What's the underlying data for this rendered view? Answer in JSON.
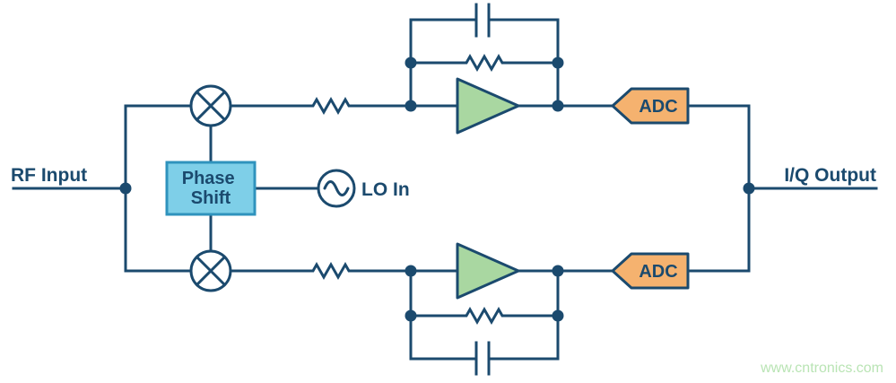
{
  "diagram": {
    "labels": {
      "rf_input": "RF Input",
      "iq_output": "I/Q Output",
      "phase_shift": [
        "Phase",
        "Shift"
      ],
      "lo_in": "LO In",
      "adc_top": "ADC",
      "adc_bottom": "ADC"
    },
    "watermark": "www.cntronics.com",
    "colors": {
      "background": "#ffffff",
      "line": "#1b4a6e",
      "phase_fill": "#7ecfe8",
      "phase_border": "#2f93bd",
      "amp_fill": "#a9d7a1",
      "adc_fill": "#f5b26f",
      "watermark": "#b9e4b4"
    }
  }
}
